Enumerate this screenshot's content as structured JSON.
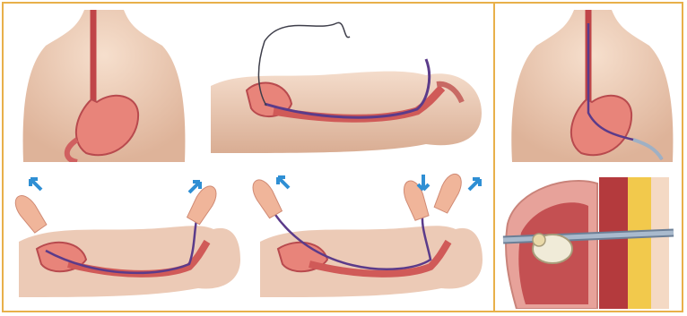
{
  "figure": {
    "panels": [
      {
        "id": "esophagus-stomach-front",
        "icon": "torso-stomach-illustration"
      },
      {
        "id": "guidewire-insertion-lateral",
        "icon": "lateral-guidewire-illustration"
      },
      {
        "id": "pull-tube-left",
        "icon": "pull-through-illustration"
      },
      {
        "id": "pull-tube-right",
        "icon": "pull-through-illustration"
      },
      {
        "id": "placed-tube-front",
        "icon": "gastrostomy-tube-illustration"
      },
      {
        "id": "abdominal-wall-cross-section",
        "icon": "wall-bumper-illustration"
      }
    ],
    "colors": {
      "border": "#e8b04a",
      "skin": "#f1d2bd",
      "skin_shadow": "#dcae94",
      "organ": "#e46e6c",
      "organ_dark": "#b84a4e",
      "wire": "#5b3b8a",
      "arrow": "#2f8fd4",
      "fat": "#f2c94c",
      "muscle": "#b43a3d"
    }
  }
}
